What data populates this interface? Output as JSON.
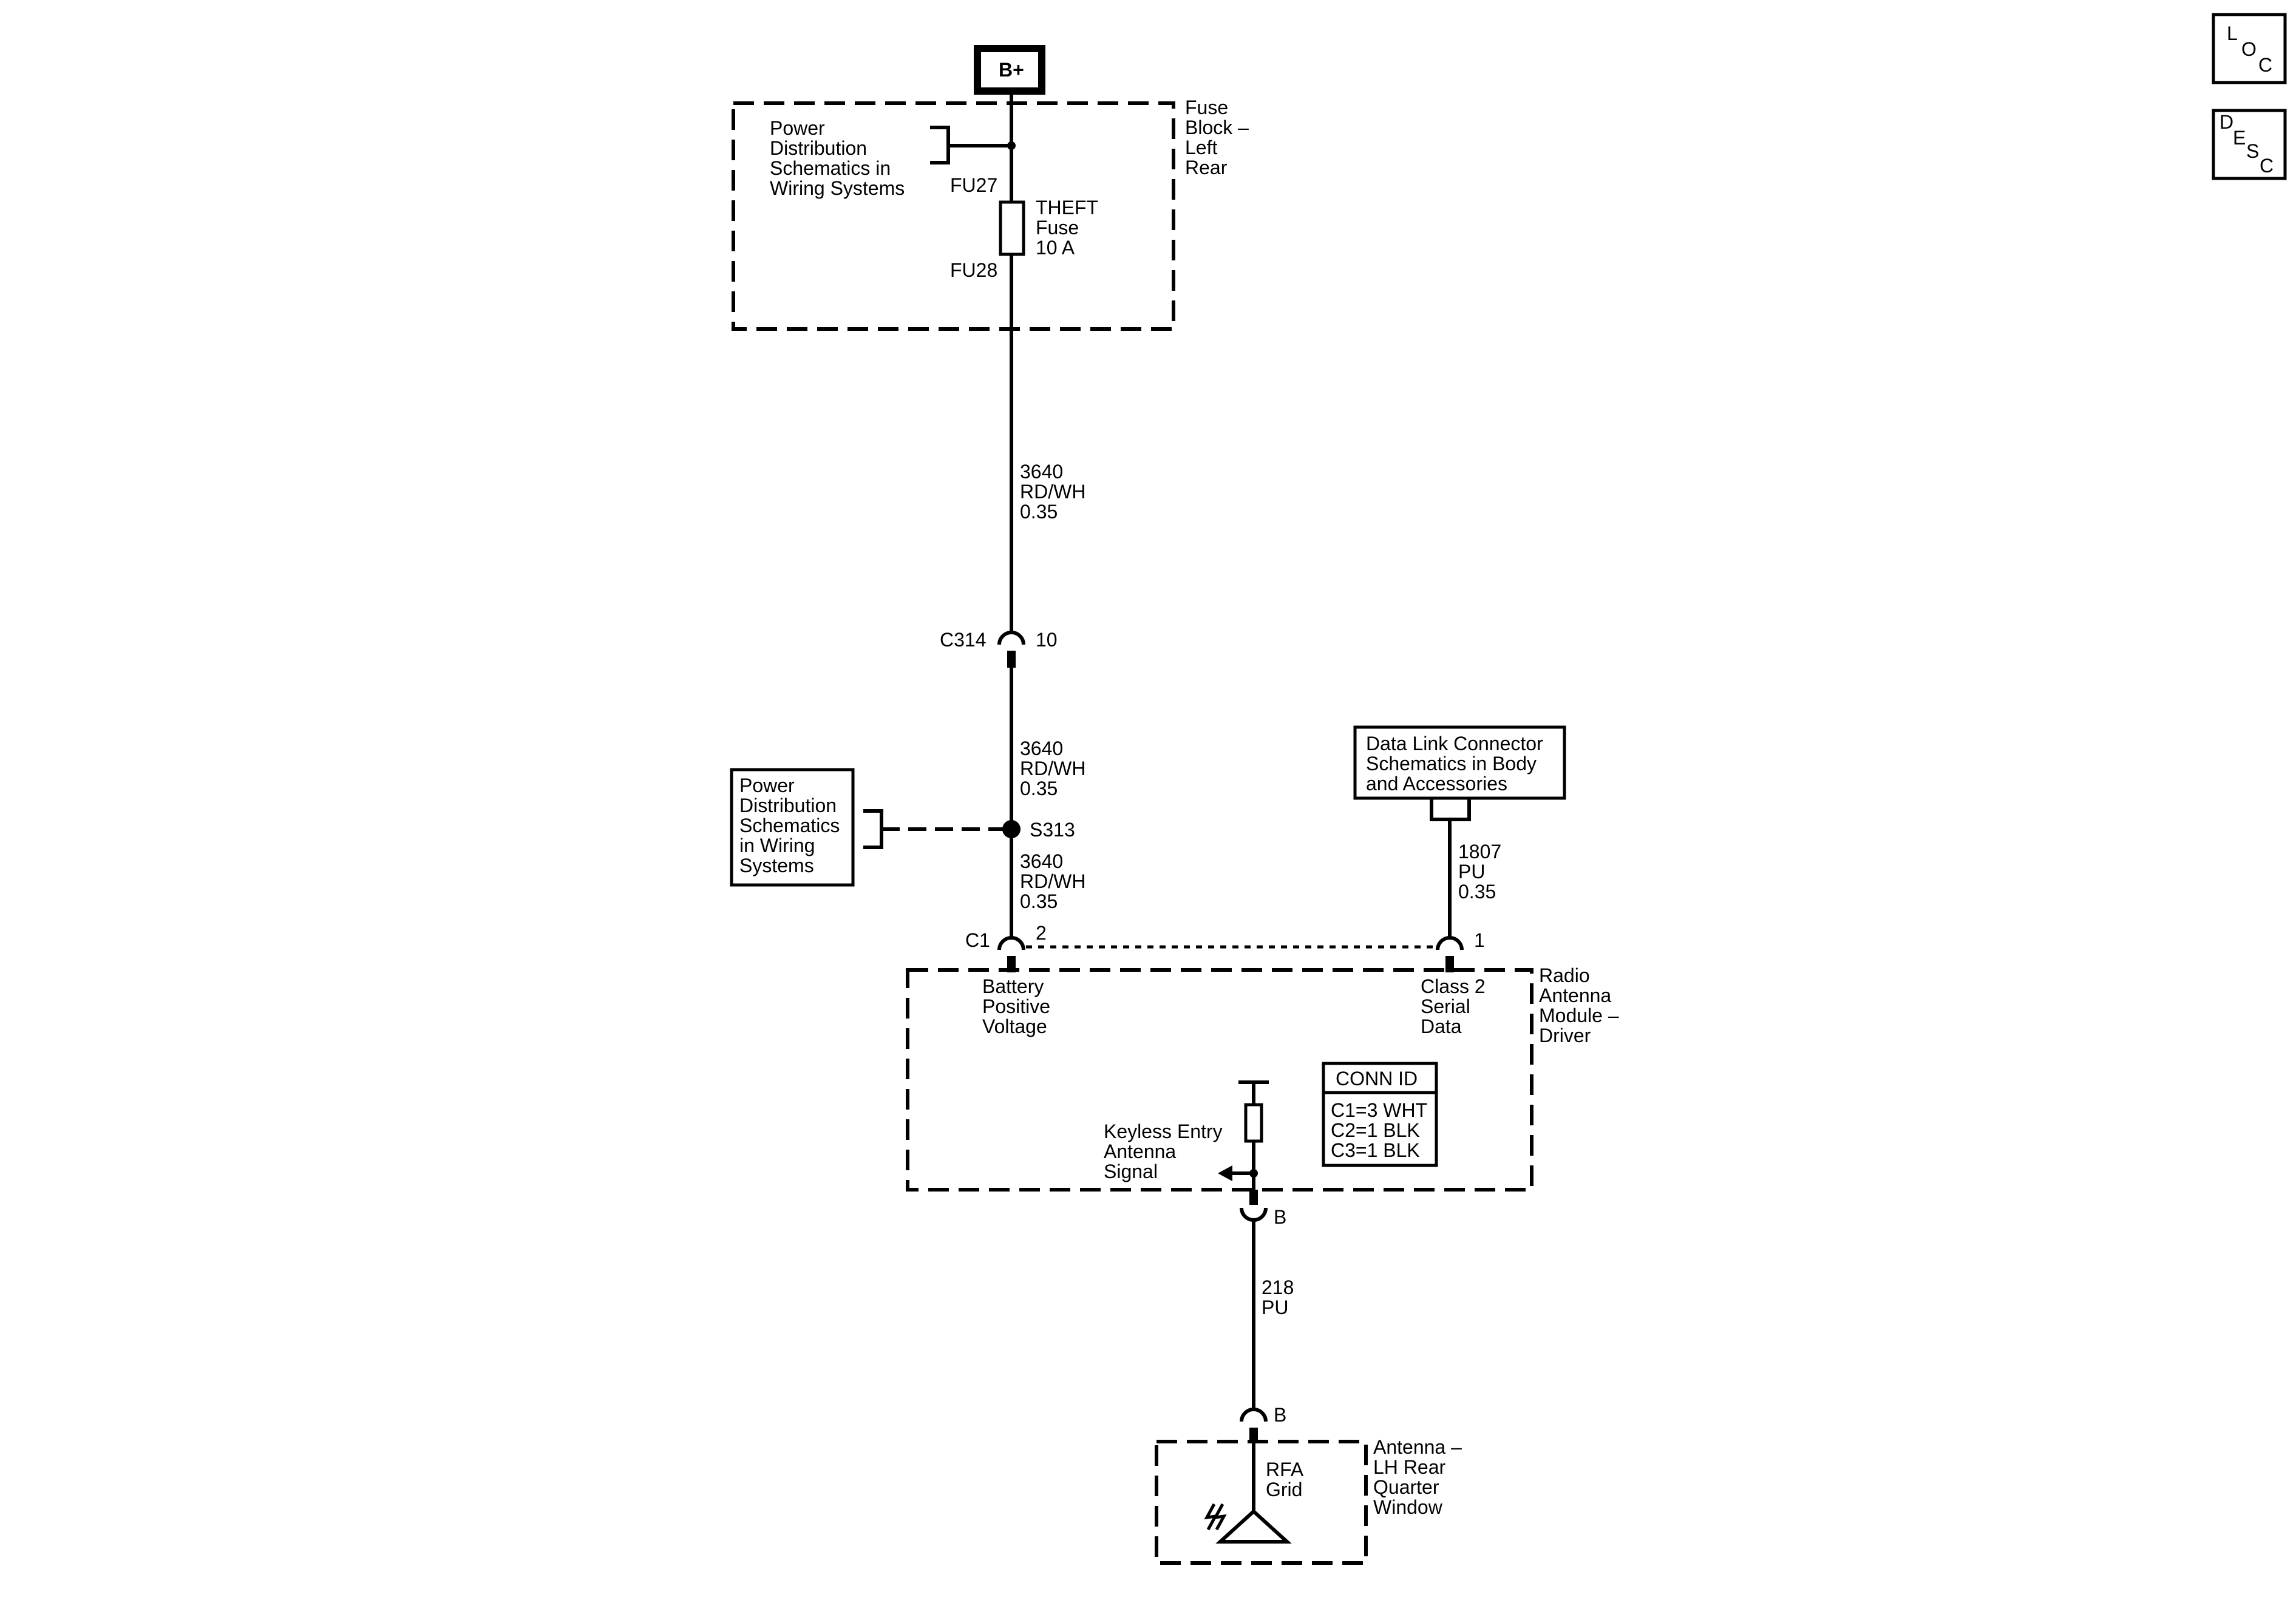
{
  "nav": {
    "loc": [
      "L",
      "O",
      "C"
    ],
    "desc": [
      "D",
      "E",
      "S",
      "C"
    ]
  },
  "power": {
    "label": "B+"
  },
  "fuse_block": {
    "label": [
      "Fuse",
      "Block –",
      "Left",
      "Rear"
    ],
    "ref_text": [
      "Power",
      "Distribution",
      "Schematics in",
      "Wiring Systems"
    ],
    "fuse_in": "FU27",
    "fuse_out": "FU28",
    "fuse_label": [
      "THEFT",
      "Fuse",
      "10 A"
    ]
  },
  "wire_upper": [
    "3640",
    "RD/WH",
    "0.35"
  ],
  "connector_c314": {
    "name": "C314",
    "pin": "10"
  },
  "wire_middle": [
    "3640",
    "RD/WH",
    "0.35"
  ],
  "splice": {
    "name": "S313",
    "ref_text": [
      "Power",
      "Distribution",
      "Schematics",
      "in Wiring",
      "Systems"
    ]
  },
  "wire_lower": [
    "3640",
    "RD/WH",
    "0.35"
  ],
  "dlc": {
    "ref_text": [
      "Data Link Connector",
      "Schematics in Body",
      "and Accessories"
    ],
    "wire": [
      "1807",
      "PU",
      "0.35"
    ]
  },
  "module": {
    "label": [
      "Radio",
      "Antenna",
      "Module –",
      "Driver"
    ],
    "conn_c1": "C1",
    "pin_battery": "2",
    "pin_class2": "1",
    "battery_label": [
      "Battery",
      "Positive",
      "Voltage"
    ],
    "class2_label": [
      "Class 2",
      "Serial",
      "Data"
    ],
    "keyless_label": [
      "Keyless Entry",
      "Antenna",
      "Signal"
    ],
    "conn_id_title": "CONN ID",
    "conn_id_rows": [
      "C1=3 WHT",
      "C2=1 BLK",
      "C3=1 BLK"
    ]
  },
  "pin_b_module": "B",
  "wire_antenna": [
    "218",
    "PU"
  ],
  "pin_b_antenna": "B",
  "antenna": {
    "label": [
      "Antenna –",
      "LH Rear",
      "Quarter",
      "Window"
    ],
    "grid_label": [
      "RFA",
      "Grid"
    ]
  }
}
